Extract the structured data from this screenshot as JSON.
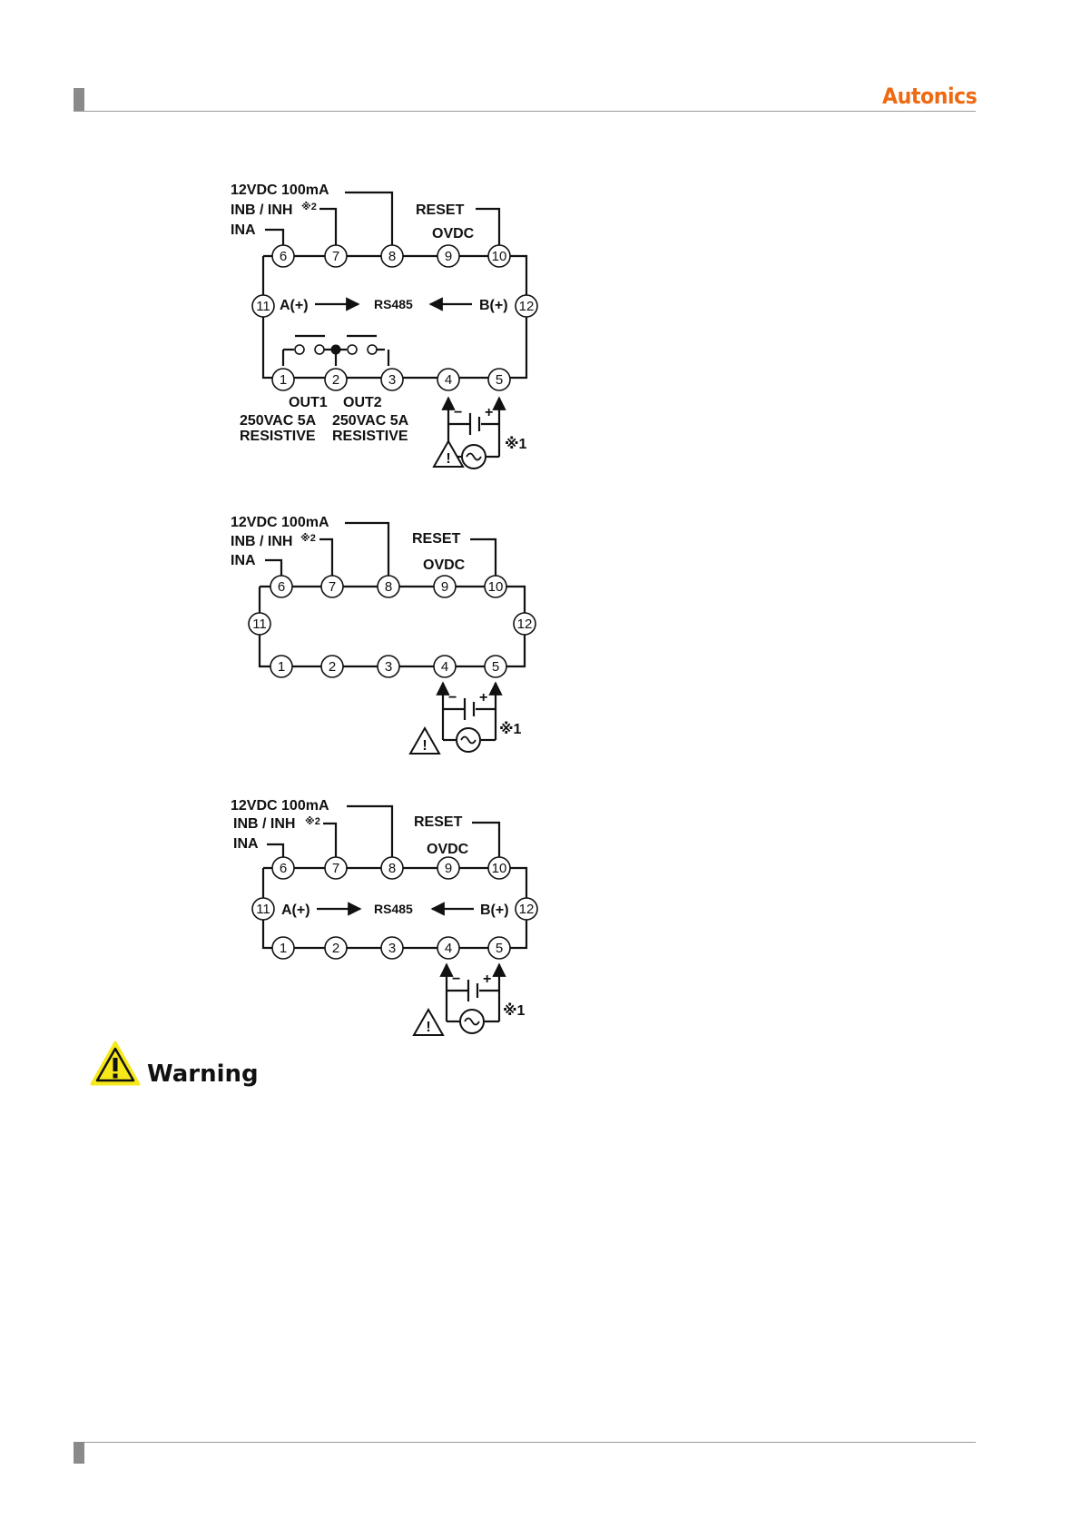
{
  "header": {
    "brand": "Autonics"
  },
  "diagrams": [
    {
      "top_labels": {
        "power": "12VDC 100mA",
        "inb": "INB / INH",
        "inb_note": "※2",
        "ina": "INA",
        "reset": "RESET",
        "ovdc": "OVDC"
      },
      "top_terminals": [
        "6",
        "7",
        "8",
        "9",
        "10"
      ],
      "mid_terminals": [
        "11",
        "12"
      ],
      "comm": {
        "a": "A(+)",
        "label": "RS485",
        "b": "B(+)"
      },
      "bottom_terminals": [
        "1",
        "2",
        "3",
        "4",
        "5"
      ],
      "outputs": {
        "out1": "OUT1",
        "out2": "OUT2",
        "rating1": "250VAC 5A",
        "resistive1": "RESISTIVE",
        "rating2": "250VAC 5A",
        "resistive2": "RESISTIVE"
      },
      "power": {
        "minus": "−",
        "plus": "+",
        "note": "※1"
      }
    },
    {
      "top_labels": {
        "power": "12VDC 100mA",
        "inb": "INB / INH",
        "inb_note": "※2",
        "ina": "INA",
        "reset": "RESET",
        "ovdc": "OVDC"
      },
      "top_terminals": [
        "6",
        "7",
        "8",
        "9",
        "10"
      ],
      "mid_terminals": [
        "11",
        "12"
      ],
      "bottom_terminals": [
        "1",
        "2",
        "3",
        "4",
        "5"
      ],
      "power": {
        "minus": "−",
        "plus": "+",
        "note": "※1"
      }
    },
    {
      "top_labels": {
        "power": "12VDC 100mA",
        "inb": "INB / INH",
        "inb_note": "※2",
        "ina": "INA",
        "reset": "RESET",
        "ovdc": "OVDC"
      },
      "top_terminals": [
        "6",
        "7",
        "8",
        "9",
        "10"
      ],
      "mid_terminals": [
        "11",
        "12"
      ],
      "comm": {
        "a": "A(+)",
        "label": "RS485",
        "b": "B(+)"
      },
      "bottom_terminals": [
        "1",
        "2",
        "3",
        "4",
        "5"
      ],
      "power": {
        "minus": "−",
        "plus": "+",
        "note": "※1"
      }
    }
  ],
  "warning": {
    "title": "Warning"
  }
}
